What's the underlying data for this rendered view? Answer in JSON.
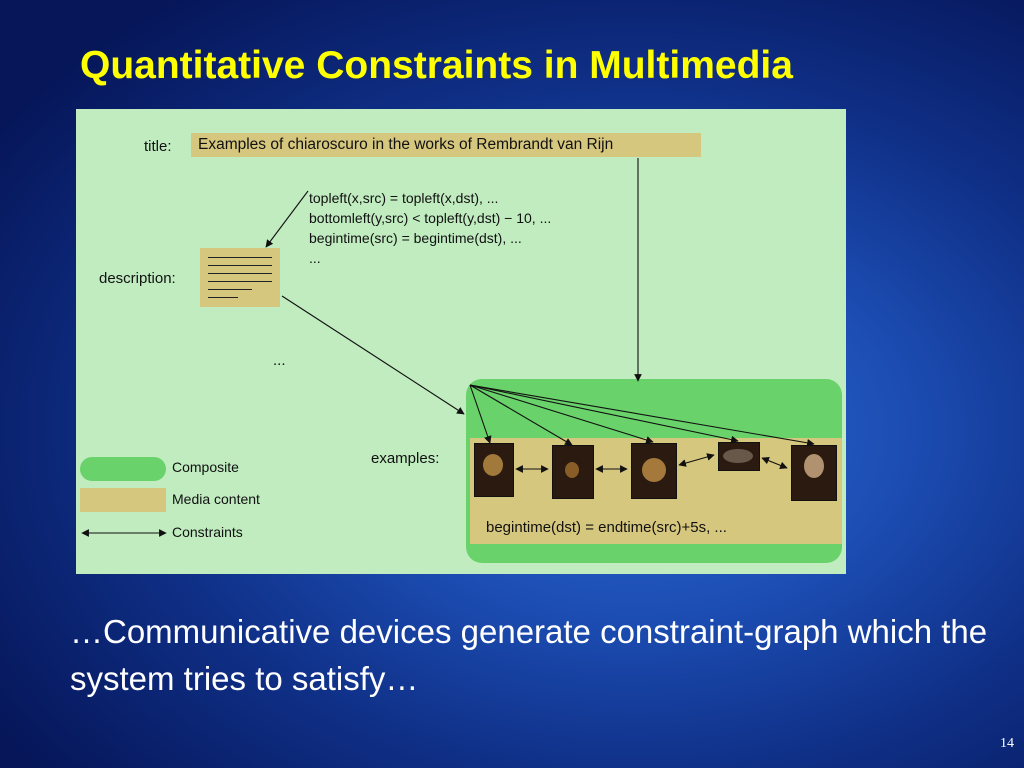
{
  "slide": {
    "title": "Quantitative Constraints in Multimedia",
    "caption": "…Communicative devices generate constraint-graph which the system tries to satisfy…",
    "page_number": "14"
  },
  "figure": {
    "labels": {
      "title": "title:",
      "description": "description:",
      "examples": "examples:",
      "ellipsis": "..."
    },
    "title_box_text": "Examples of chiaroscuro in the works of  Rembrandt van Rijn",
    "constraints": [
      "topleft(x,src) = topleft(x,dst), ...",
      "bottomleft(y,src) < topleft(y,dst) − 10, ...",
      "begintime(src) = begintime(dst), ...",
      "..."
    ],
    "strip_constraint": "begintime(dst) = endtime(src)+5s, ...",
    "legend": [
      {
        "label": "Composite",
        "color": "#6ad26a"
      },
      {
        "label": "Media content",
        "color": "#d6c77e"
      },
      {
        "label": "Constraints",
        "color": "#000000"
      }
    ],
    "colors": {
      "background": "#c0ecc0",
      "composite": "#6ad26a",
      "media_content": "#d6c77e"
    }
  }
}
